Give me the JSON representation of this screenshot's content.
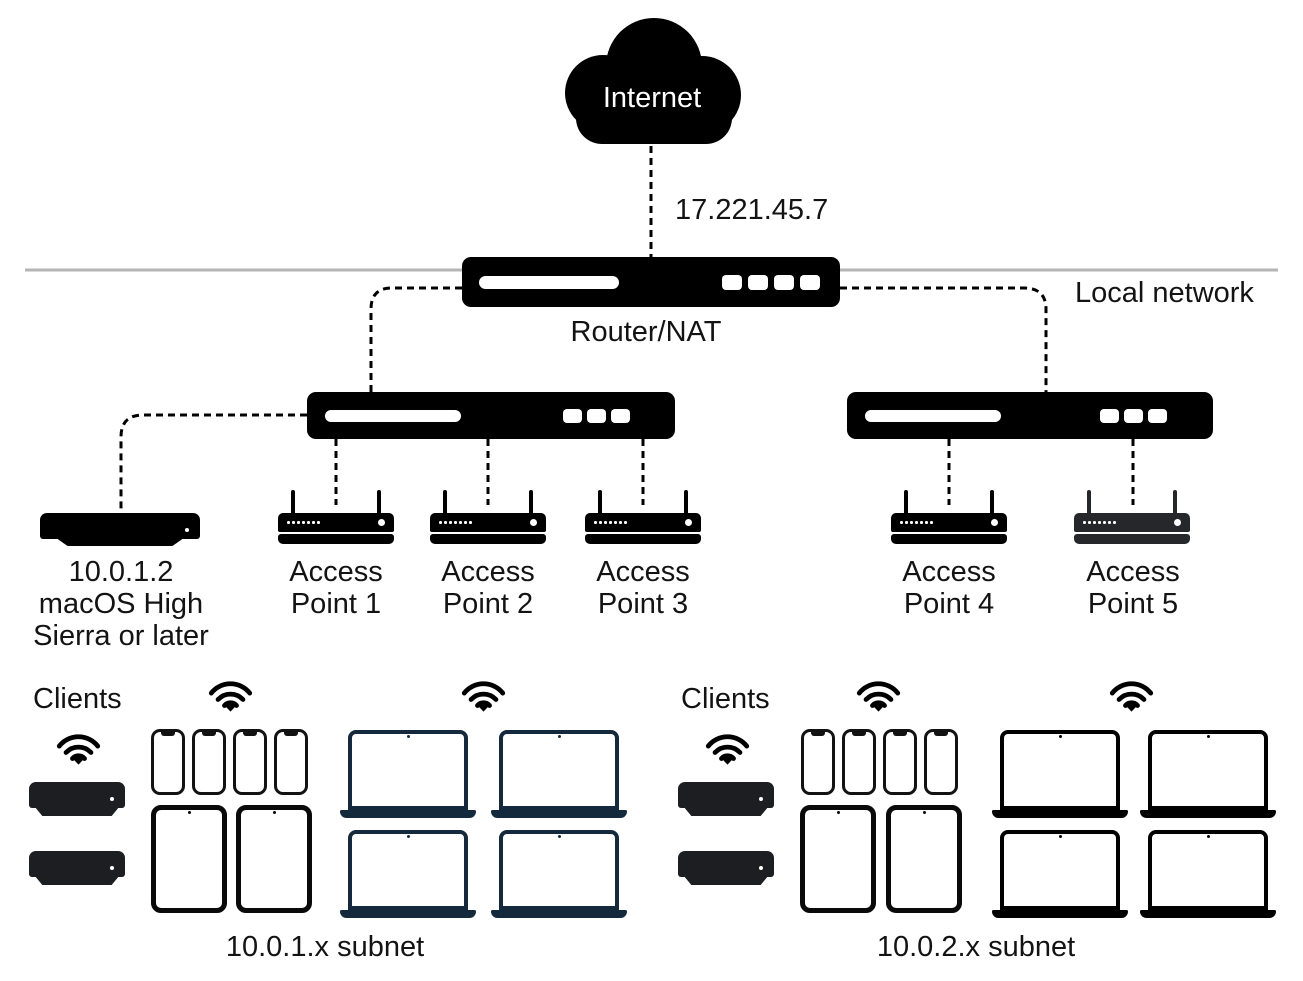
{
  "diagram": {
    "internet": {
      "label": "Internet",
      "wan_ip": "17.221.45.7"
    },
    "local_network": {
      "label": "Local network"
    },
    "router": {
      "label": "Router/NAT"
    },
    "mac_server": {
      "ip": "10.0.1.2",
      "os_line1": "macOS High",
      "os_line2": "Sierra or later"
    },
    "access_points": [
      {
        "line1": "Access",
        "line2": "Point 1"
      },
      {
        "line1": "Access",
        "line2": "Point 2"
      },
      {
        "line1": "Access",
        "line2": "Point 3"
      },
      {
        "line1": "Access",
        "line2": "Point 4"
      },
      {
        "line1": "Access",
        "line2": "Point 5"
      }
    ],
    "subnets": [
      {
        "clients_label": "Clients",
        "subnet_label": "10.0.1.x subnet",
        "devices": {
          "mac_minis": 2,
          "iphones": 4,
          "ipads": 2,
          "laptops": 4
        }
      },
      {
        "clients_label": "Clients",
        "subnet_label": "10.0.2.x subnet",
        "devices": {
          "mac_minis": 2,
          "iphones": 4,
          "ipads": 2,
          "laptops": 4
        }
      }
    ],
    "icons": {
      "internet": "cloud-icon",
      "wireless": "wifi-icon",
      "router": "router-device",
      "switch": "network-switch-device",
      "access_point": "access-point-device",
      "mac_mini": "mac-mini-device",
      "iphone": "iphone-device",
      "ipad": "ipad-device",
      "laptop": "macbook-device"
    },
    "colors": {
      "device_black": "#000000",
      "mac_mini_client": "#1d1e21",
      "laptop_navy_left_subnet": "#15293c",
      "laptop_black_right_subnet": "#000000",
      "ap5_dark_gray": "#26272b",
      "local_network_line_gray": "#b5b5b7",
      "text": "#131313",
      "background": "#ffffff"
    }
  }
}
